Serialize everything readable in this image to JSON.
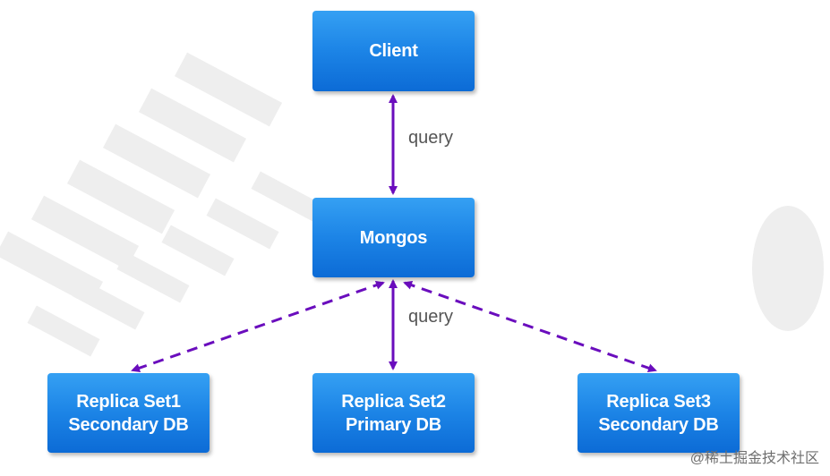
{
  "nodes": {
    "client": {
      "line1": "Client"
    },
    "mongos": {
      "line1": "Mongos"
    },
    "rs1": {
      "line1": "Replica Set1",
      "line2": "Secondary DB"
    },
    "rs2": {
      "line1": "Replica Set2",
      "line2": "Primary DB"
    },
    "rs3": {
      "line1": "Replica Set3",
      "line2": "Secondary DB"
    }
  },
  "edges": {
    "client_mongos_label": "query",
    "mongos_rs2_label": "query"
  },
  "watermark": {
    "corner_text": "@稀土掘金技术社区"
  },
  "colors": {
    "node_fill": "#1c84e6",
    "arrow": "#6a0dbd",
    "label_text": "#555555"
  }
}
